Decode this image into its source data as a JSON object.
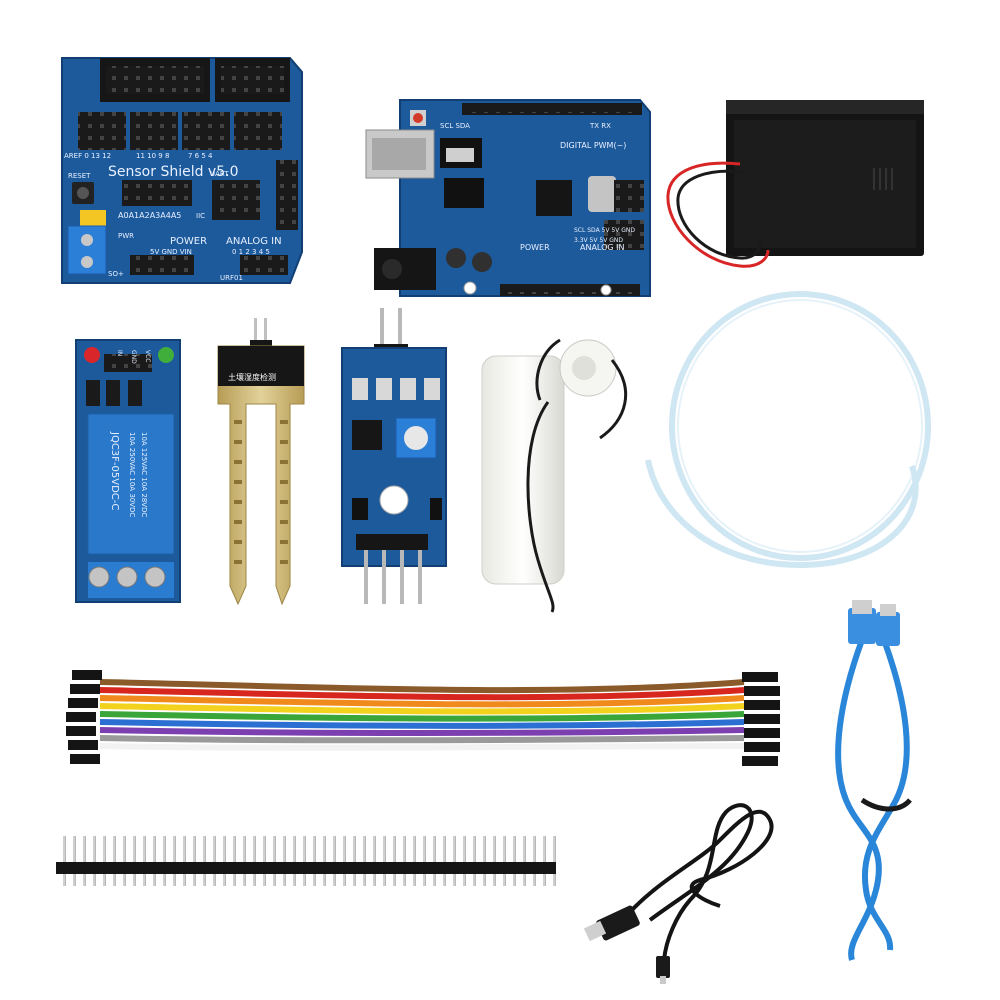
{
  "sensor_shield": {
    "title": "Sensor Shield v5.0",
    "reset": "RESET",
    "power": "POWER",
    "analog_in": "ANALOG IN",
    "analog_pins": "A0A1A2A3A4A5",
    "power_pins": "5V GND VIN",
    "analog_nums": "0 1 2 3 4 5",
    "pwr": "PWR",
    "uart": "UART",
    "urf": "URF01",
    "aref": "AREF 0 13 12",
    "top_nums": "11 10 9 8",
    "top_nums2": "7 6 5 4",
    "iic": "IIC",
    "so": "SO+"
  },
  "uno_board": {
    "digital": "DIGITAL PWM(~)",
    "power": "POWER",
    "analog_in": "ANALOG IN",
    "scl_sda": "SCL SDA",
    "tx_rx": "TX RX",
    "row1": "SCL SDA 5V 5V GND",
    "row2": "3.3V 5V 5V GND"
  },
  "relay": {
    "model": "JQC3F-05VDC-C",
    "rating1": "10A 250VAC 10A 30VDC",
    "rating2": "10A 125VAC 10A 28VDC",
    "vcc": "VCC",
    "gnd": "GND",
    "in": "IN"
  },
  "soil_probe": {
    "label": "土壤湿度检测"
  },
  "colors": {
    "pcb_blue": "#1d5a9c",
    "pcb_dark": "#123f73",
    "relay_blue": "#2a78c9",
    "probe_gold": "#cdb97a",
    "tube": "#cfe6f3",
    "usb_blue": "#2a86d8"
  }
}
